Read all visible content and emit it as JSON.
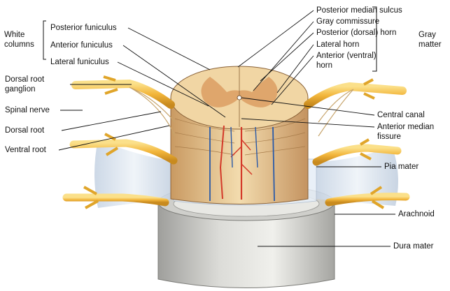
{
  "groups": {
    "white_columns": [
      "White",
      "columns"
    ],
    "gray_matter": [
      "Gray",
      "matter"
    ]
  },
  "labels": {
    "posterior_funiculus": "Posterior funiculus",
    "anterior_funiculus": "Anterior funiculus",
    "lateral_funiculus": "Lateral funiculus",
    "dorsal_root_ganglion": [
      "Dorsal root",
      "ganglion"
    ],
    "spinal_nerve": "Spinal nerve",
    "dorsal_root": "Dorsal root",
    "ventral_root": "Ventral root",
    "posterior_median_sulcus": "Posterior median sulcus",
    "gray_commissure": "Gray commissure",
    "posterior_dorsal_horn": "Posterior (dorsal) horn",
    "lateral_horn": "Lateral horn",
    "anterior_ventral_horn": [
      "Anterior (ventral)",
      "horn"
    ],
    "central_canal": "Central canal",
    "anterior_median_fissure": [
      "Anterior median",
      "fissure"
    ],
    "pia_mater": "Pia mater",
    "arachnoid": "Arachnoid",
    "dura_mater": "Dura mater"
  },
  "colors": {
    "dura": "#d9d9d6",
    "arachnoid_sheet": "#e3ebf4",
    "white_matter": "#f1d6a4",
    "gray_matter": "#d8965a",
    "nerve": "#f2b53a",
    "artery": "#d43a2a",
    "vein": "#2a5aa8"
  }
}
